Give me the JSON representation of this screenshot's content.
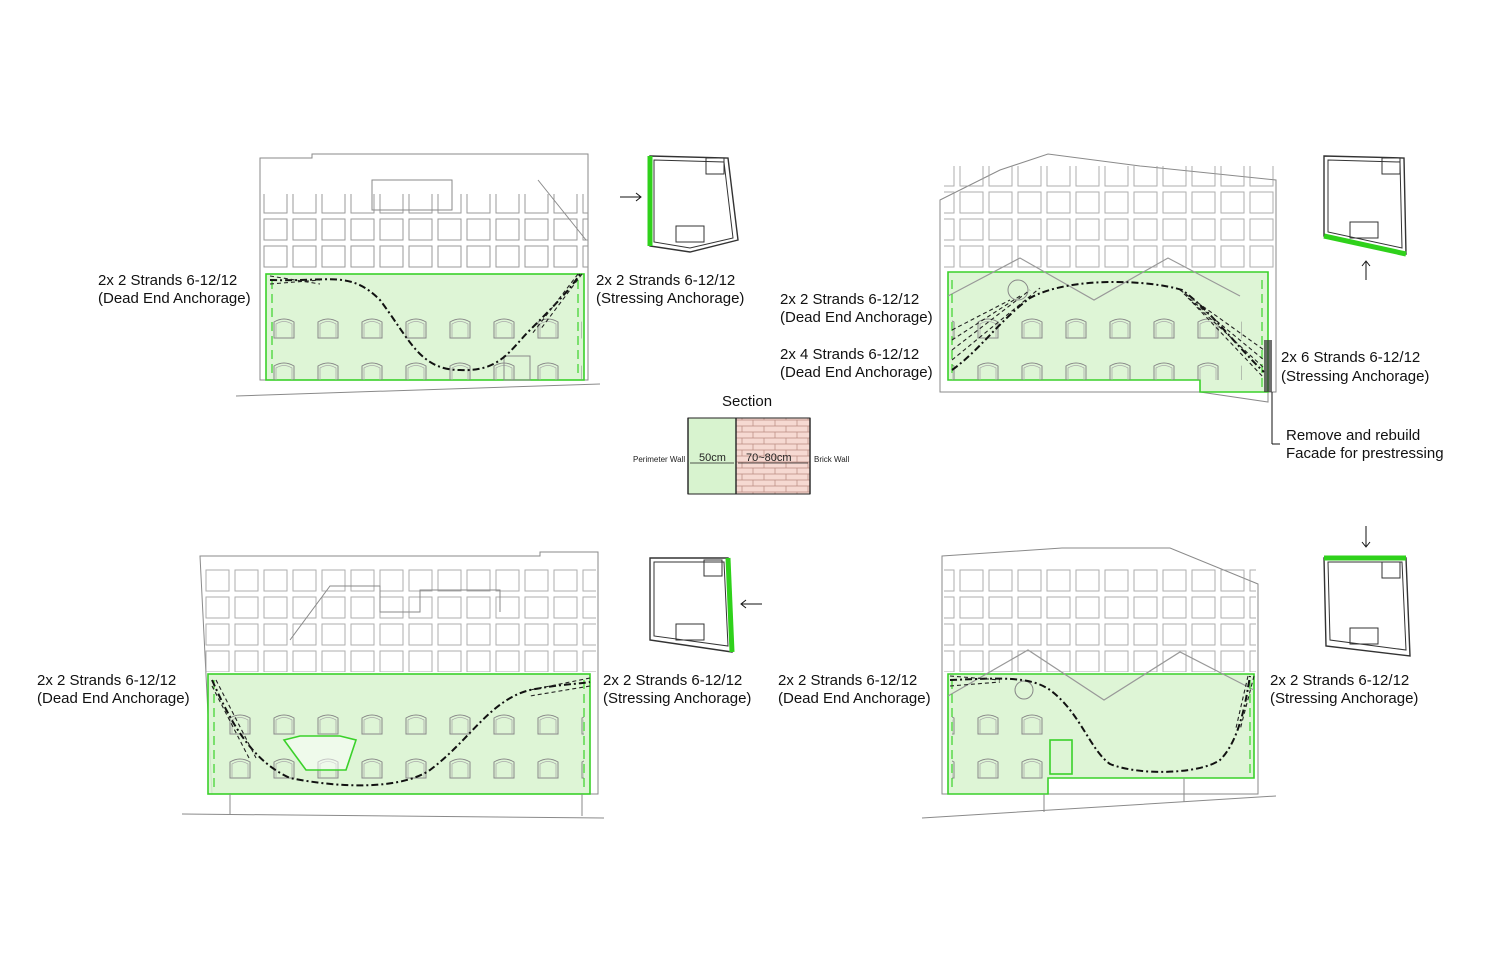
{
  "colors": {
    "zone_fill": "#d8f3cf",
    "zone_stroke": "#3ad12a",
    "brick": "#f6d9d2",
    "line": "#8a8a8a"
  },
  "panels": [
    {
      "id": "elevation-1",
      "left_label": [
        "2x 2 Strands 6-12/12",
        "(Dead End Anchorage)"
      ],
      "right_label": [
        "2x 2 Strands 6-12/12",
        "(Stressing Anchorage)"
      ]
    },
    {
      "id": "elevation-2",
      "left_label_top": [
        "2x 2 Strands 6-12/12",
        "(Dead End Anchorage)"
      ],
      "left_label_bottom": [
        "2x 4 Strands 6-12/12",
        "(Dead End Anchorage)"
      ],
      "right_label": [
        "2x 6 Strands 6-12/12",
        "(Stressing Anchorage)"
      ],
      "note": [
        "Remove and rebuild",
        "Facade for prestressing"
      ]
    },
    {
      "id": "elevation-3",
      "left_label": [
        "2x 2 Strands 6-12/12",
        "(Dead End Anchorage)"
      ],
      "right_label": [
        "2x 2 Strands 6-12/12",
        "(Stressing Anchorage)"
      ]
    },
    {
      "id": "elevation-4",
      "left_label": [
        "2x 2 Strands 6-12/12",
        "(Dead End Anchorage)"
      ],
      "right_label": [
        "2x 2 Strands 6-12/12",
        "(Stressing Anchorage)"
      ]
    }
  ],
  "section": {
    "title": "Section",
    "left_label": "Perimeter Wall",
    "left_dim": "50cm",
    "right_dim": "70~80cm",
    "right_label": "Brick Wall"
  }
}
